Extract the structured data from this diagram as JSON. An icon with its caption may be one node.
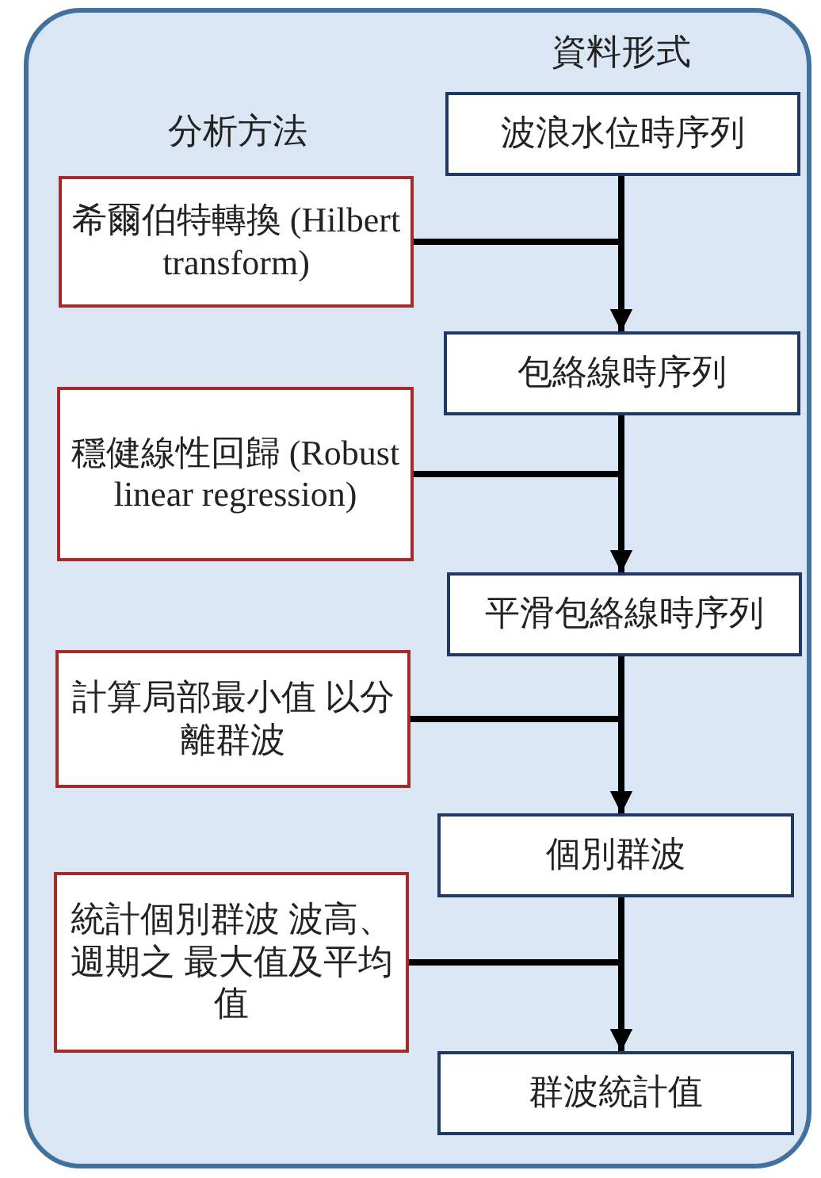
{
  "diagram": {
    "nodes": [
      {
        "text": [
          "波浪水位時序列"
        ]
      },
      {
        "text": [
          "希爾伯特轉換 (Hilbert transform)"
        ]
      },
      {
        "text": [
          "包絡線時序列"
        ]
      },
      {
        "text": [
          "穩健線性回歸 (Robust linear regression)"
        ]
      },
      {
        "text": [
          "平滑包絡線時序列"
        ]
      },
      {
        "text": [
          "計算局部最小值 以分離群波"
        ]
      },
      {
        "text": [
          "個別群波"
        ]
      },
      {
        "text": [
          "統計個別群波 波高、週期之 最大值及平均值"
        ]
      },
      {
        "text": [
          "群波統計值"
        ]
      }
    ],
    "edges": [
      {
        "from": 0,
        "to": 2,
        "arrow": "to"
      },
      {
        "from": 1,
        "to": 2,
        "arrow": "to"
      },
      {
        "from": 2,
        "to": 4,
        "arrow": "to"
      },
      {
        "from": 3,
        "to": 4,
        "arrow": "to"
      },
      {
        "from": 4,
        "to": 6,
        "arrow": "to"
      },
      {
        "from": 5,
        "to": 6,
        "arrow": "to"
      },
      {
        "from": 6,
        "to": 8,
        "arrow": "to"
      },
      {
        "from": 7,
        "to": 8,
        "arrow": "to"
      }
    ],
    "labels": [
      "資料形式",
      "分析方法"
    ]
  }
}
